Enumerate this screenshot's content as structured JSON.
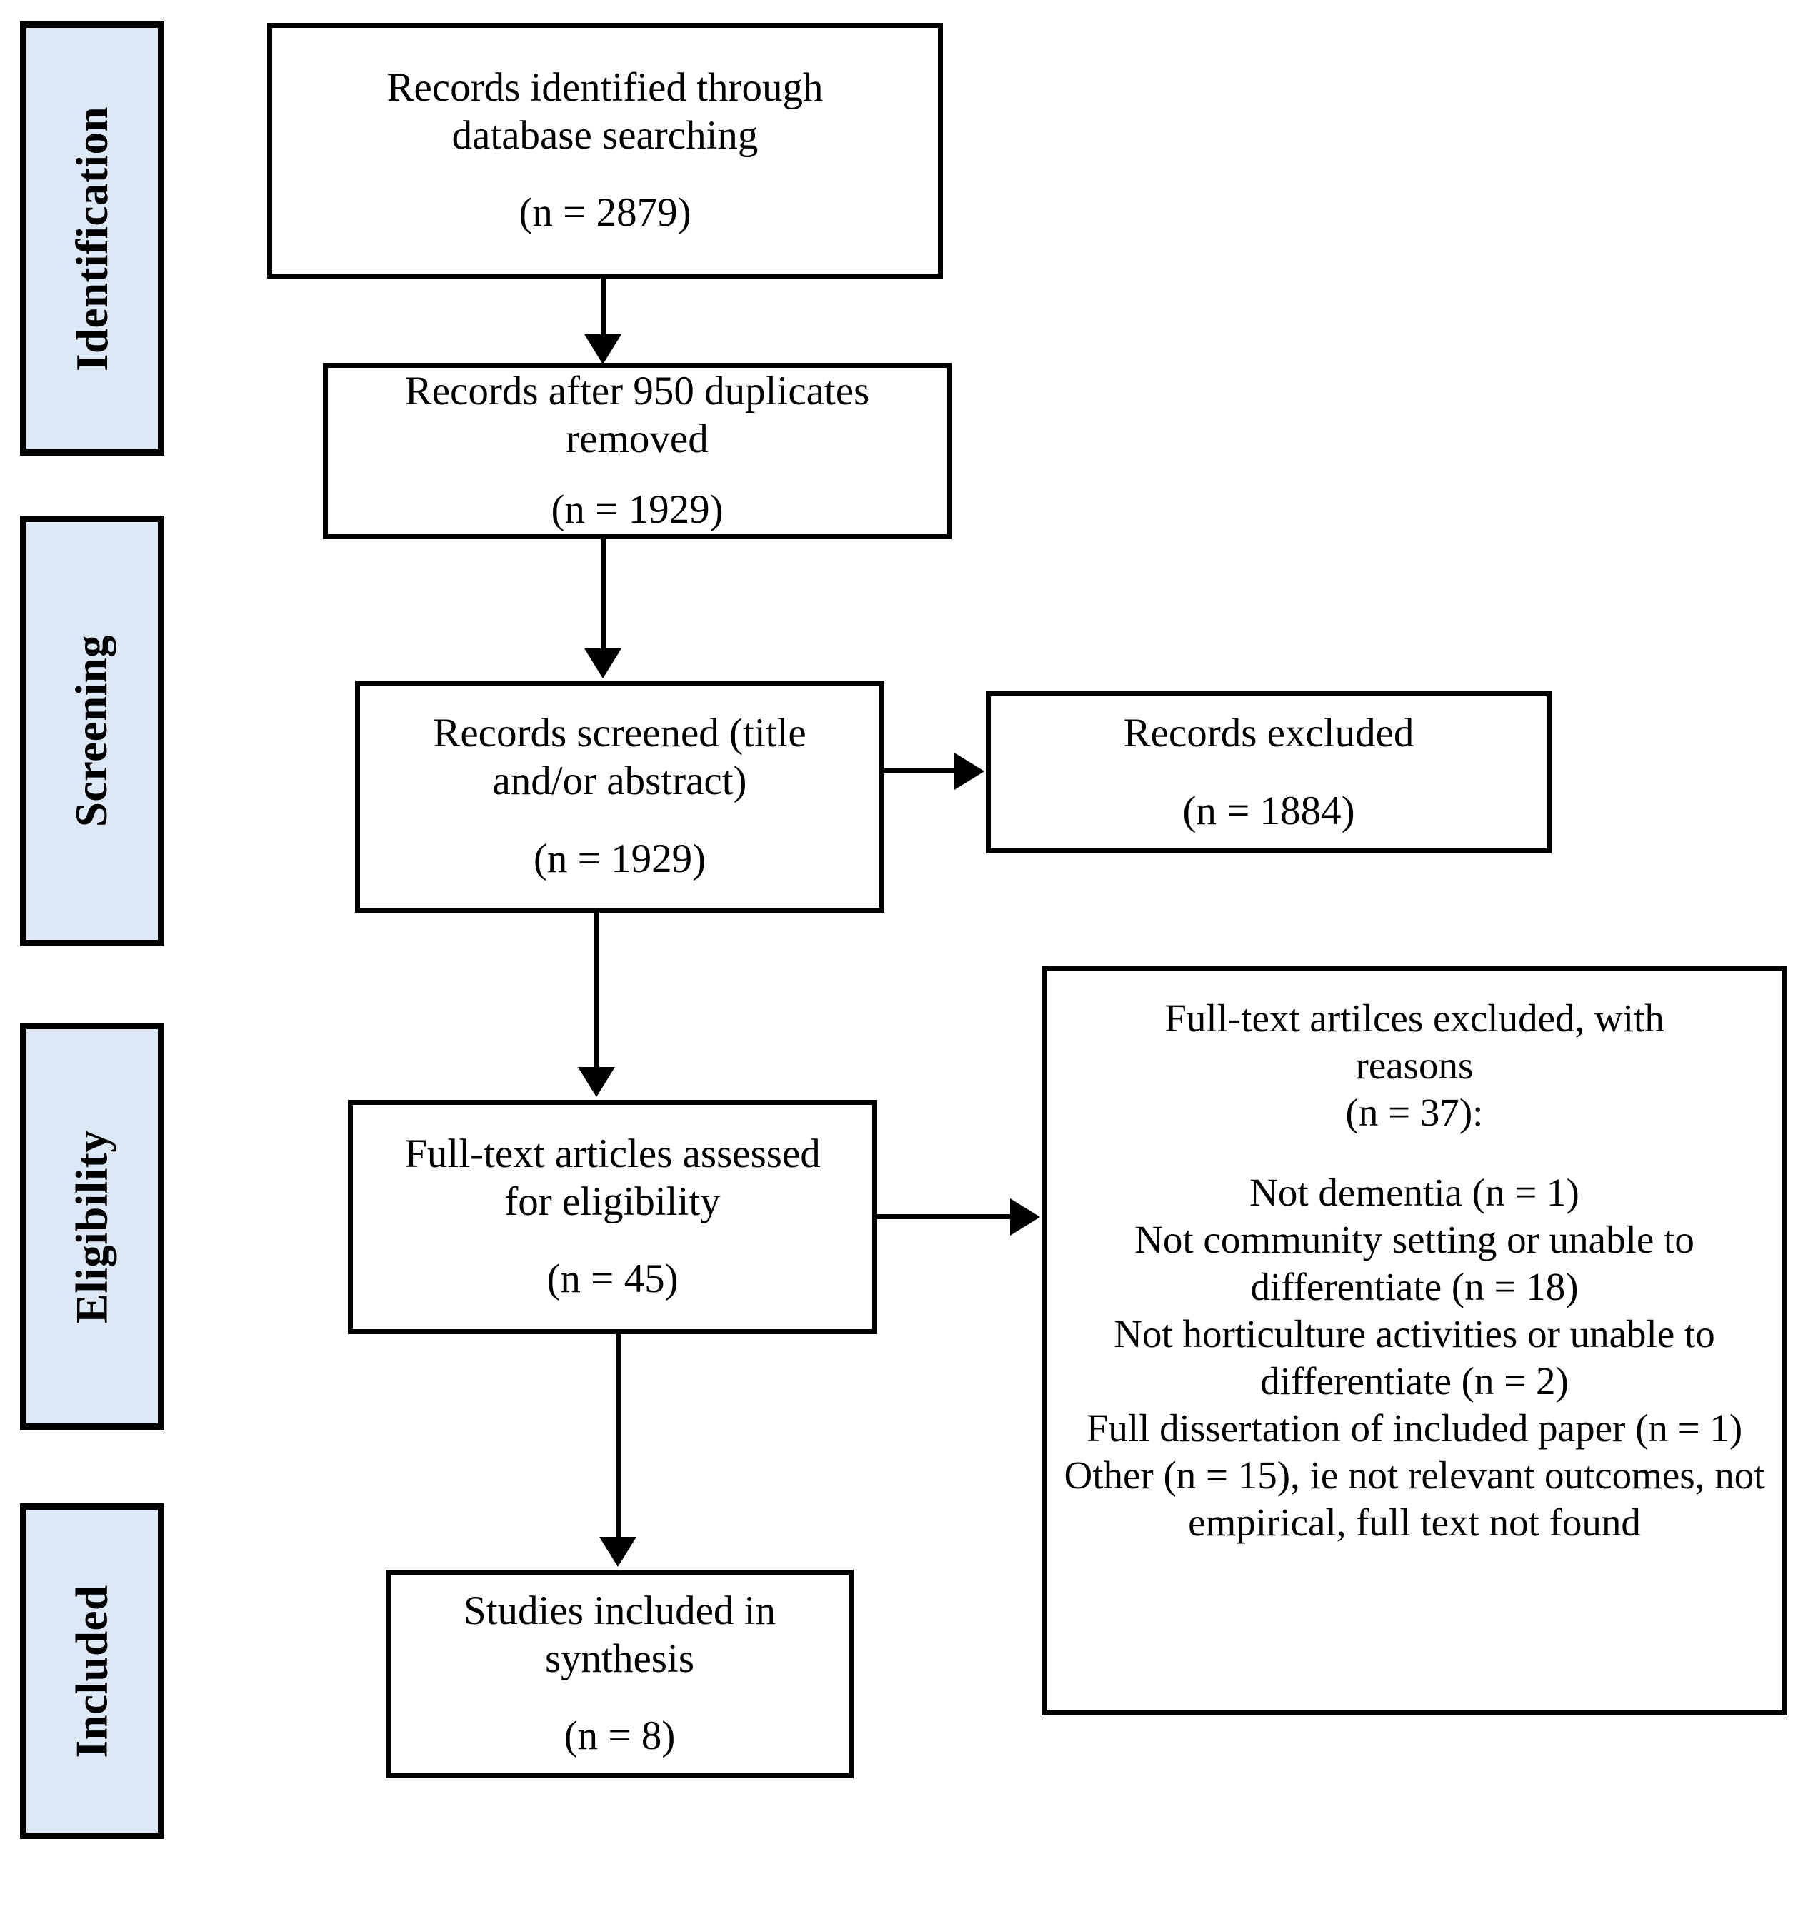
{
  "diagram": {
    "title": "PRISMA study selection flow diagram",
    "accent_fill": "#dde8f6",
    "line_color": "#000000",
    "box_fill": "#ffffff"
  },
  "stages": [
    {
      "label": "Identification"
    },
    {
      "label": "Screening"
    },
    {
      "label": "Eligibility"
    },
    {
      "label": "Included"
    }
  ],
  "boxes": {
    "identified": {
      "line1": "Records identified through",
      "line2": "database searching",
      "count": "(n = 2879)"
    },
    "deduplicated": {
      "line1": "Records after 950 duplicates",
      "line2": "removed",
      "count": "(n = 1929)"
    },
    "screened": {
      "line1": "Records screened (title",
      "line2": "and/or abstract)",
      "count": "(n = 1929)"
    },
    "records_excluded": {
      "line1": "Records excluded",
      "count": "(n = 1884)"
    },
    "fulltext_assessed": {
      "line1": "Full-text articles assessed",
      "line2": "for eligibility",
      "count": "(n = 45)"
    },
    "fulltext_excluded": {
      "heading1": "Full-text artilces excluded, with",
      "heading2": "reasons",
      "count": "(n = 37):",
      "reasons": [
        "Not dementia (n = 1)",
        "Not community setting or unable to differentiate (n = 18)",
        "Not horticulture activities or unable to differentiate (n = 2)",
        "Full dissertation of included paper (n = 1)",
        "Other (n = 15), ie not relevant outcomes, not empirical, full text not found"
      ]
    },
    "included": {
      "line1": "Studies included in",
      "line2": "synthesis",
      "count": "(n = 8)"
    }
  },
  "chart_data": {
    "type": "diagram",
    "title": "PRISMA flow diagram",
    "nodes": [
      {
        "id": "identified",
        "stage": "Identification",
        "label": "Records identified through database searching",
        "n": 2879
      },
      {
        "id": "deduplicated",
        "stage": "Identification",
        "label": "Records after 950 duplicates removed",
        "n": 1929,
        "duplicates_removed": 950
      },
      {
        "id": "screened",
        "stage": "Screening",
        "label": "Records screened (title and/or abstract)",
        "n": 1929
      },
      {
        "id": "records_excluded",
        "stage": "Screening",
        "label": "Records excluded",
        "n": 1884
      },
      {
        "id": "fulltext_assessed",
        "stage": "Eligibility",
        "label": "Full-text articles assessed for eligibility",
        "n": 45
      },
      {
        "id": "fulltext_excluded",
        "stage": "Eligibility",
        "label": "Full-text artilces excluded, with reasons",
        "n": 37,
        "breakdown": [
          {
            "reason": "Not dementia",
            "n": 1
          },
          {
            "reason": "Not community setting or unable to differentiate",
            "n": 18
          },
          {
            "reason": "Not horticulture activities or unable to differentiate",
            "n": 2
          },
          {
            "reason": "Full dissertation of included paper",
            "n": 1
          },
          {
            "reason": "Other, ie not relevant outcomes, not empirical, full text not found",
            "n": 15
          }
        ]
      },
      {
        "id": "included",
        "stage": "Included",
        "label": "Studies included in synthesis",
        "n": 8
      }
    ],
    "edges": [
      {
        "from": "identified",
        "to": "deduplicated"
      },
      {
        "from": "deduplicated",
        "to": "screened"
      },
      {
        "from": "screened",
        "to": "records_excluded"
      },
      {
        "from": "screened",
        "to": "fulltext_assessed"
      },
      {
        "from": "fulltext_assessed",
        "to": "fulltext_excluded"
      },
      {
        "from": "fulltext_assessed",
        "to": "included"
      }
    ]
  }
}
